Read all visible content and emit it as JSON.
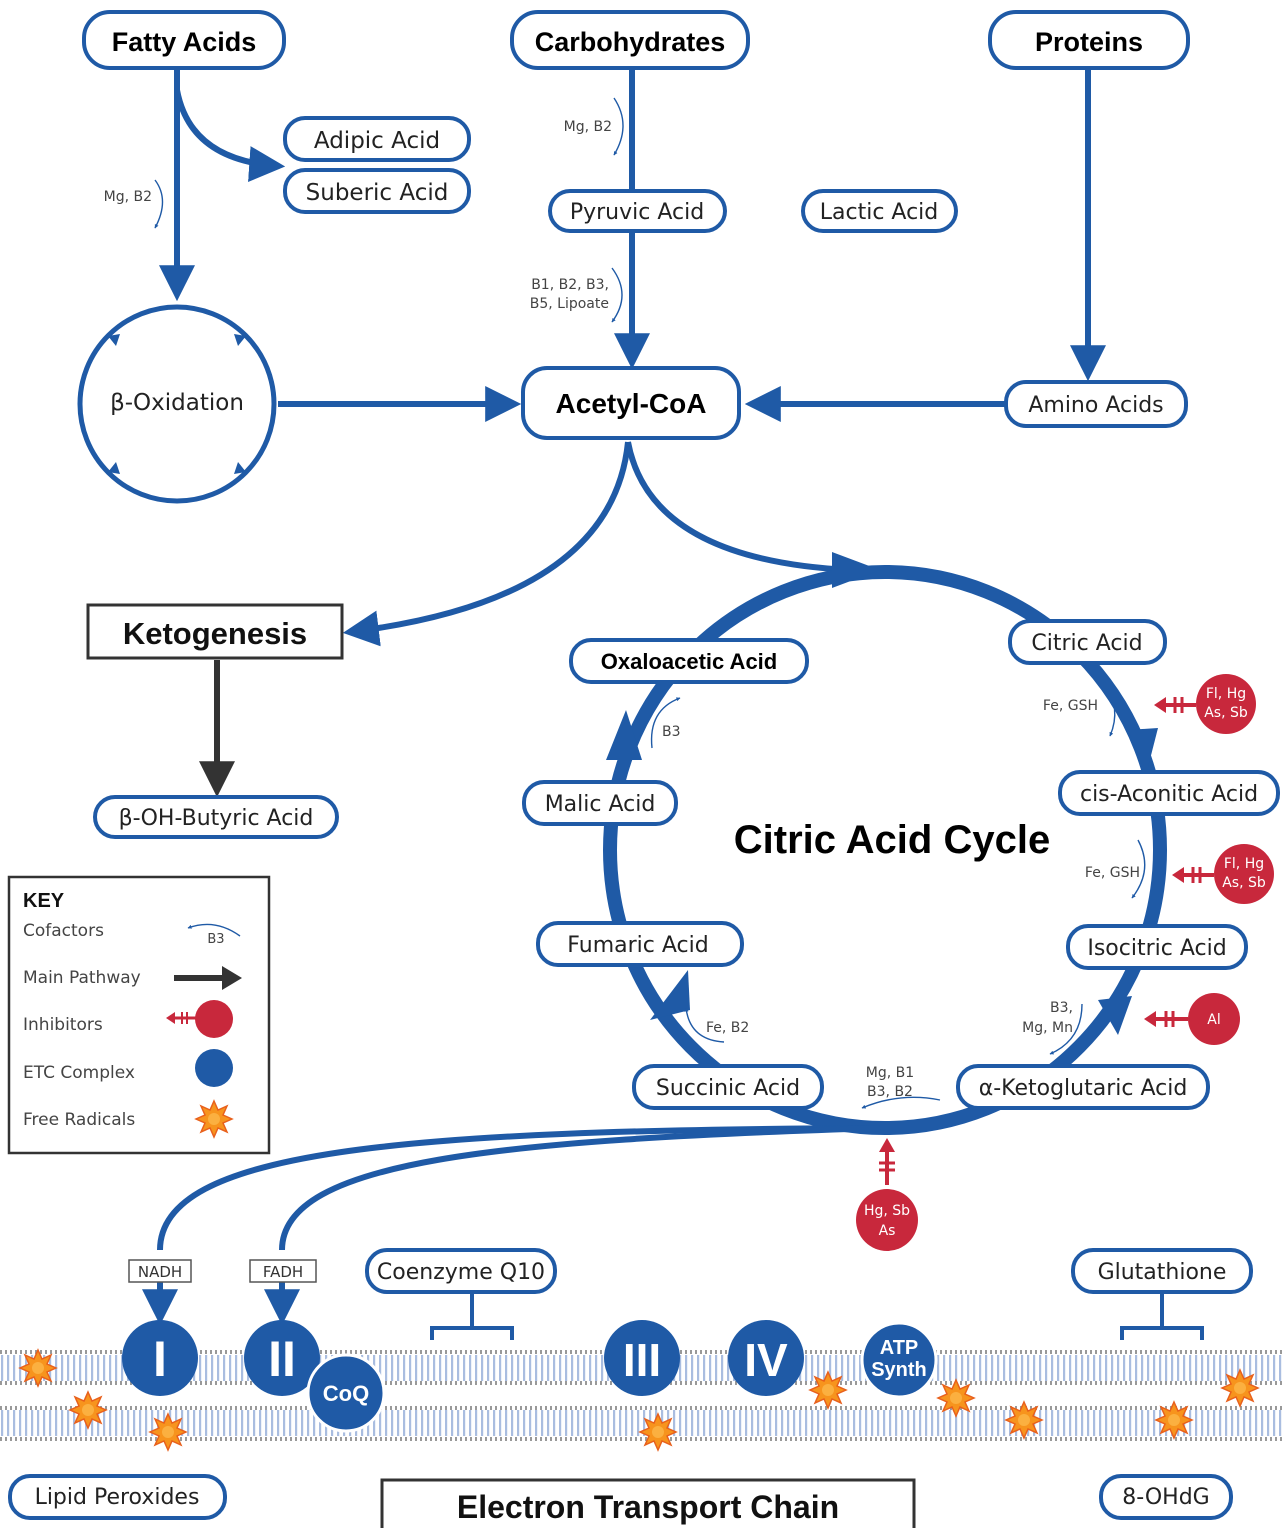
{
  "sources": {
    "fatty_acids": "Fatty Acids",
    "carbohydrates": "Carbohydrates",
    "proteins": "Proteins"
  },
  "intermediates": {
    "adipic_acid": "Adipic Acid",
    "suberic_acid": "Suberic Acid",
    "pyruvic_acid": "Pyruvic Acid",
    "lactic_acid": "Lactic Acid",
    "beta_oxidation": "β-Oxidation",
    "acetyl_coa": "Acetyl-CoA",
    "amino_acids": "Amino Acids",
    "ketogenesis": "Ketogenesis",
    "beta_oh_butyric": "β-OH-Butyric Acid"
  },
  "cycle": {
    "title": "Citric Acid Cycle",
    "citric": "Citric Acid",
    "cis_aconitic": "cis-Aconitic Acid",
    "isocitric": "Isocitric Acid",
    "alpha_keto": "α-Ketoglutaric Acid",
    "succinic": "Succinic Acid",
    "fumaric": "Fumaric Acid",
    "malic": "Malic Acid",
    "oxaloacetic": "Oxaloacetic Acid"
  },
  "cofactors": {
    "fatty_beta": "Mg, B2",
    "carb_pyruvic": "Mg, B2",
    "pyruvic_acetyl_1": "B1, B2, B3,",
    "pyruvic_acetyl_2": "B5, Lipoate",
    "citric_cis": "Fe, GSH",
    "cis_isocitric": "Fe, GSH",
    "iso_alpha_1": "B3,",
    "iso_alpha_2": "Mg, Mn",
    "alpha_succ_1": "Mg, B1",
    "alpha_succ_2": "B3, B2",
    "succ_fumaric": "Fe, B2",
    "malic_oxalo": "B3"
  },
  "inhibitors": {
    "inh1_line1": "Fl, Hg",
    "inh1_line2": "As, Sb",
    "inh2_line1": "Fl, Hg",
    "inh2_line2": "As, Sb",
    "inh3": "Al",
    "inh4_line1": "Hg, Sb",
    "inh4_line2": "As"
  },
  "key": {
    "title": "KEY",
    "cofactors": "Cofactors",
    "cofactor_sample": "B3",
    "main_pathway": "Main Pathway",
    "inhibitors": "Inhibitors",
    "etc_complex": "ETC Complex",
    "free_radicals": "Free Radicals"
  },
  "etc": {
    "nadh": "NADH",
    "fadh": "FADH",
    "coenzyme_q10": "Coenzyme Q10",
    "glutathione": "Glutathione",
    "complex_1": "I",
    "complex_2": "II",
    "coq": "CoQ",
    "complex_3": "III",
    "complex_4": "IV",
    "atp_1": "ATP",
    "atp_2": "Synth",
    "lipid_peroxides": "Lipid Peroxides",
    "chain_title": "Electron Transport Chain",
    "ohdg": "8-OHdG"
  },
  "colors": {
    "primary_blue": "#1f5aa6",
    "inhibitor_red": "#c8283c",
    "dark": "#333333",
    "radical_orange": "#f7941d",
    "membrane_stripe": "#a9bde0"
  }
}
